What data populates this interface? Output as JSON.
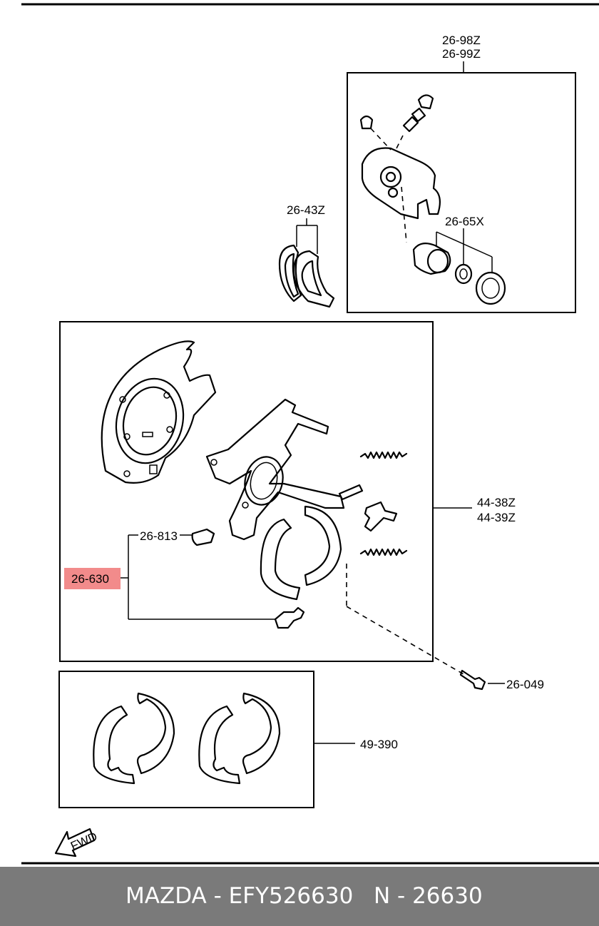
{
  "labels": {
    "caliper_a": "26-98Z",
    "caliper_b": "26-99Z",
    "pads": "26-43Z",
    "seal_kit": "26-65X",
    "backing_a": "44-38Z",
    "backing_b": "44-39Z",
    "pin": "26-813",
    "selected": "26-630",
    "bolt": "26-049",
    "shoes": "49-390"
  },
  "fwd_label": "FWD",
  "footer": {
    "brand_part": "MAZDA - EFY526630",
    "ref": "N - 26630"
  },
  "colors": {
    "highlight": "#f28b8b",
    "footer_bg": "#7a7a7a"
  }
}
